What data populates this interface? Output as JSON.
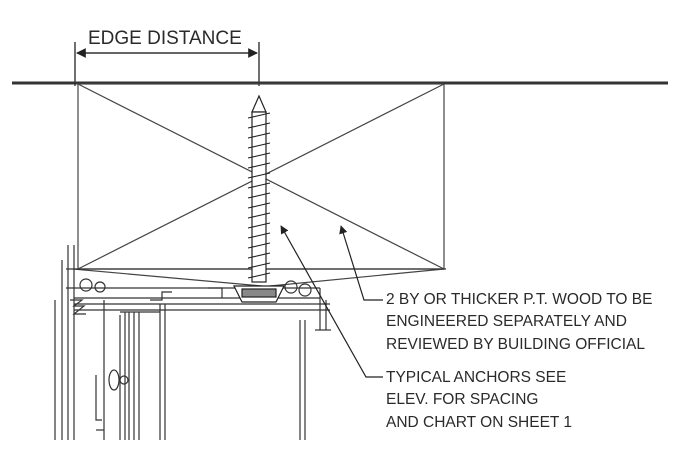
{
  "dimension": {
    "label": "EDGE DISTANCE"
  },
  "notes": [
    {
      "lines": [
        "2 BY OR THICKER P.T. WOOD TO BE",
        "ENGINEERED SEPARATELY AND",
        "REVIEWED BY BUILDING  OFFICIAL"
      ]
    },
    {
      "lines": [
        "TYPICAL ANCHORS SEE",
        "ELEV. FOR SPACING",
        "AND CHART ON SHEET 1"
      ]
    }
  ]
}
